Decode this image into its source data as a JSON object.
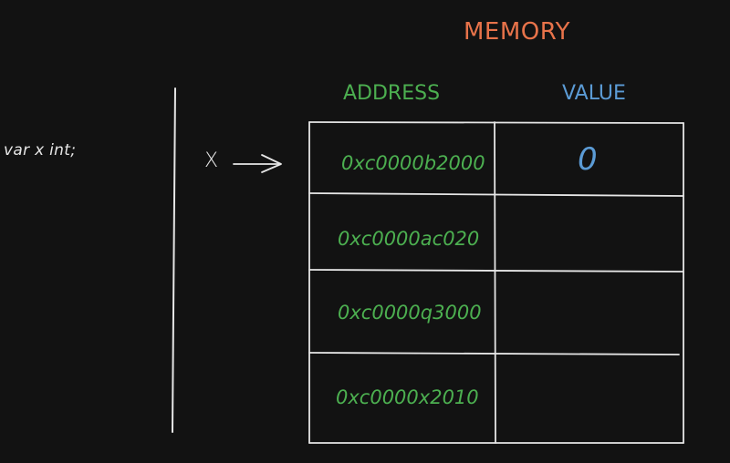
{
  "code_line": "var x int;",
  "variable_label": "X",
  "memory_title": "MEMORY",
  "columns": {
    "address": "ADDRESS",
    "value": "VALUE"
  },
  "rows": [
    {
      "address": "0xc0000b2000",
      "value": "0"
    },
    {
      "address": "0xc0000ac020",
      "value": ""
    },
    {
      "address": "0xc0000q3000",
      "value": ""
    },
    {
      "address": "0xc0000x2010",
      "value": ""
    }
  ],
  "colors": {
    "background": "#121212",
    "stroke": "#e6e6e6",
    "title": "#e8734a",
    "address": "#4caf50",
    "value": "#5b9bd5"
  }
}
